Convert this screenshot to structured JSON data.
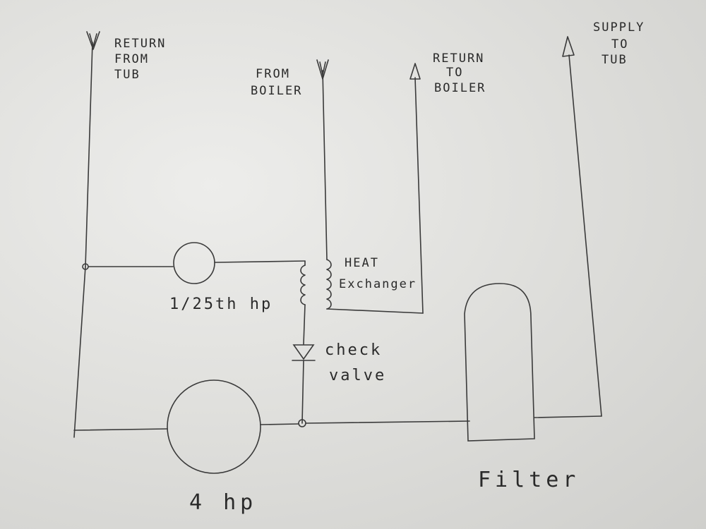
{
  "labels": {
    "return_from_tub": [
      "RETURN",
      "FROM",
      "TUB"
    ],
    "from_boiler": [
      "FROM",
      "BOILER"
    ],
    "return_to_boiler": [
      "RETURN",
      "TO",
      "BOILER"
    ],
    "supply_to_tub": [
      "SUPPLY",
      "TO",
      "TUB"
    ],
    "small_pump": "1/25th hp",
    "heat_exchanger": [
      "HEAT",
      "Exchanger"
    ],
    "check_valve": [
      "check",
      "valve"
    ],
    "main_pump": "4 hp",
    "filter": "Filter"
  },
  "colors": {
    "ink": "#3a3a3a",
    "paper": "#e3e3e0"
  }
}
